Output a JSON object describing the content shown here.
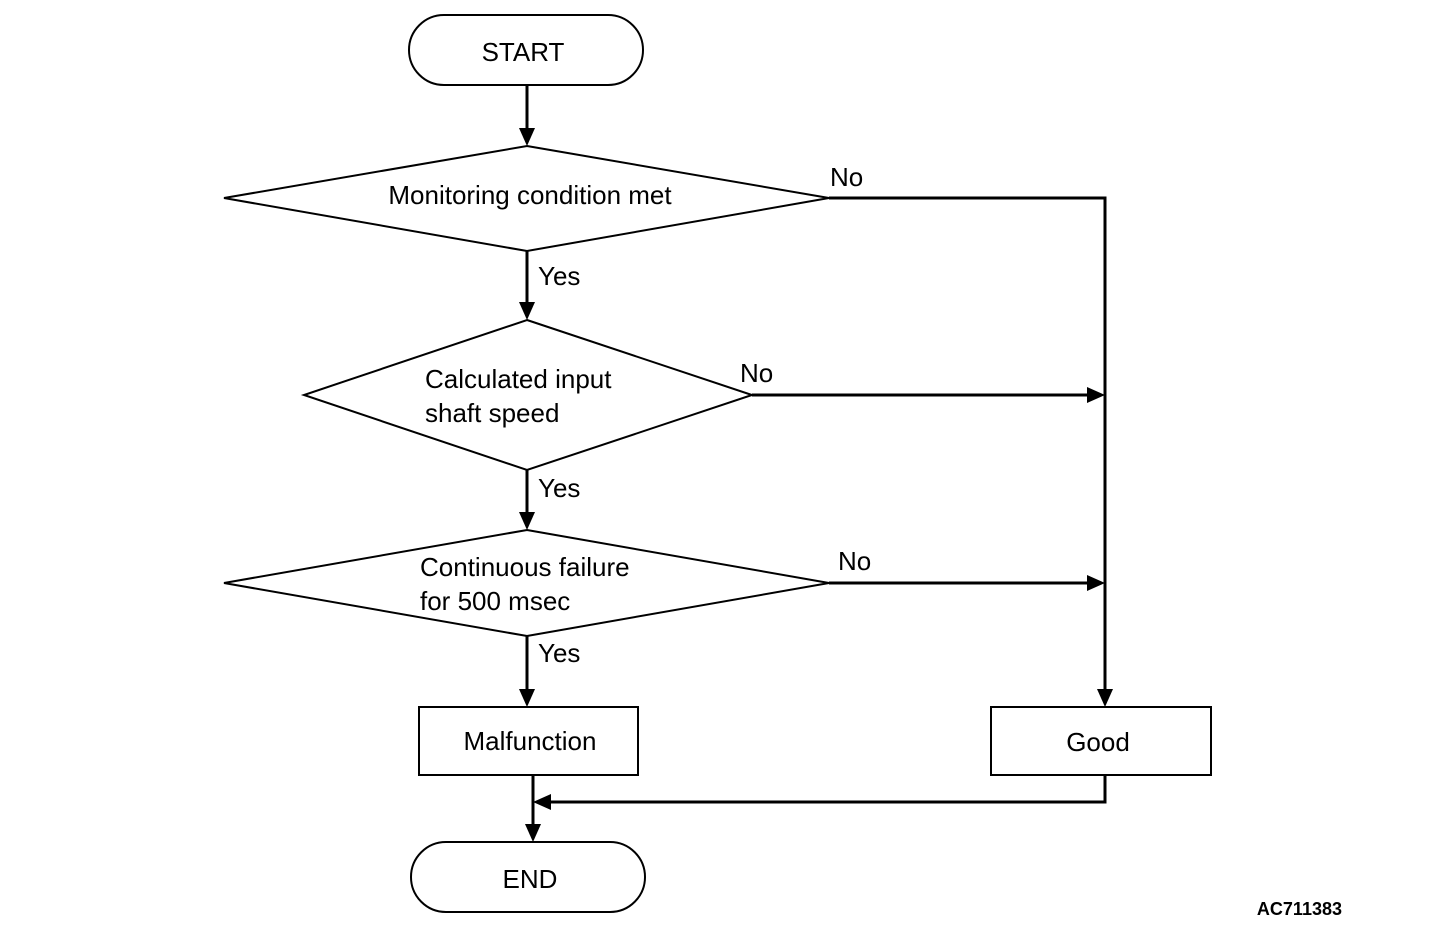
{
  "nodes": {
    "start": "START",
    "decision_monitoring": "Monitoring condition met",
    "decision_calc_line1": "Calculated input",
    "decision_calc_line2": "shaft speed",
    "decision_cont_line1": "Continuous failure",
    "decision_cont_line2": "for 500 msec",
    "malfunction": "Malfunction",
    "good": "Good",
    "end": "END"
  },
  "branches": {
    "yes_1": "Yes",
    "no_1": "No",
    "yes_2": "Yes",
    "no_2": "No",
    "yes_3": "Yes",
    "no_3": "No"
  },
  "figure_code": "AC711383"
}
